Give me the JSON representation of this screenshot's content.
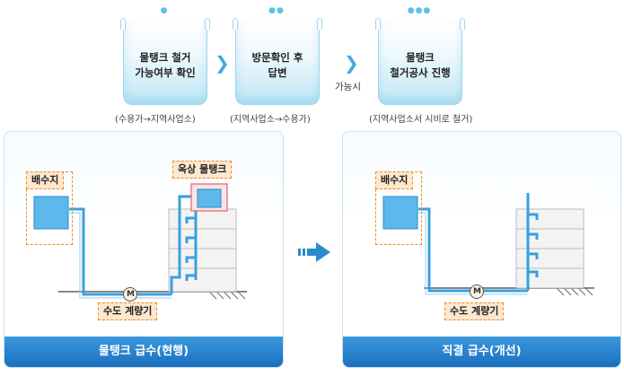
{
  "process": {
    "steps": [
      {
        "label": "물탱크 철거\n가능여부 확인",
        "note": "(수용가→지역사업소)",
        "drops": "●"
      },
      {
        "label": "방문확인 후\n답변",
        "note": "(지역사업소→수용가)",
        "drops": "●●"
      },
      {
        "label": "물탱크\n철거공사 진행",
        "note": "(지역사업소서 시비로 철거)",
        "drops": "●●●"
      }
    ],
    "condition_label": "가능시"
  },
  "panels": {
    "current": {
      "title": "물탱크 급수(현행)",
      "reservoir_label": "배수지",
      "rooftop_tank_label": "옥상 물탱크",
      "meter_label": "수도 계량기",
      "meter_symbol": "M"
    },
    "improved": {
      "title": "직결 급수(개선)",
      "reservoir_label": "배수지",
      "meter_label": "수도 계량기",
      "meter_symbol": "M"
    }
  },
  "colors": {
    "pipe": "#3aa0dc",
    "tag_border": "#f08a24",
    "footer": "#1f78c6",
    "rooftop_tank_border": "#e7606a"
  }
}
